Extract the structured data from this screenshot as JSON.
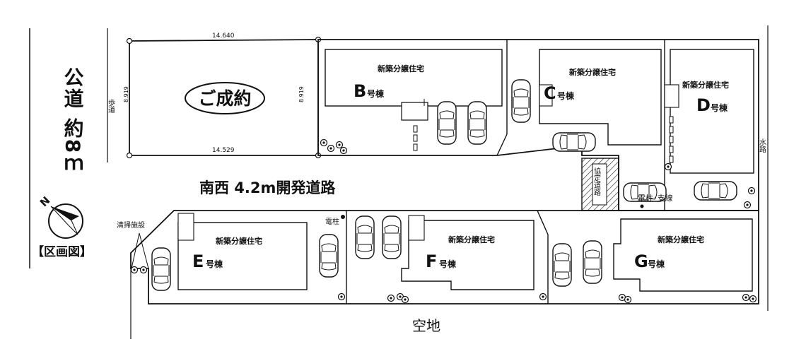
{
  "road_west": {
    "label": "公道 約8ｍ"
  },
  "sidewalk_label": "歩道",
  "compass": {
    "north_letter": "N"
  },
  "map_title": "【区画図】",
  "road_dev_label": "南西 4.2m開発道路",
  "vacant_label": "空地",
  "waterway_label": "水路",
  "cleaning_label": "清掃施設",
  "pole_label_top": "電柱",
  "pole_label_right": "電柱･支線",
  "agreement_road_label": "協定道路",
  "lot_a": {
    "status": "ご成約",
    "dim_top": "14.640",
    "dim_bottom": "14.529",
    "dim_left": "8.919",
    "dim_right": "8.919"
  },
  "house_label": "新築分譲住宅",
  "building_suffix": "号棟",
  "lots": [
    {
      "letter": "B"
    },
    {
      "letter": "C"
    },
    {
      "letter": "D"
    },
    {
      "letter": "E"
    },
    {
      "letter": "F"
    },
    {
      "letter": "G"
    }
  ],
  "colors": {
    "line": "#111111",
    "hatch": "#222222",
    "background": "#ffffff"
  }
}
